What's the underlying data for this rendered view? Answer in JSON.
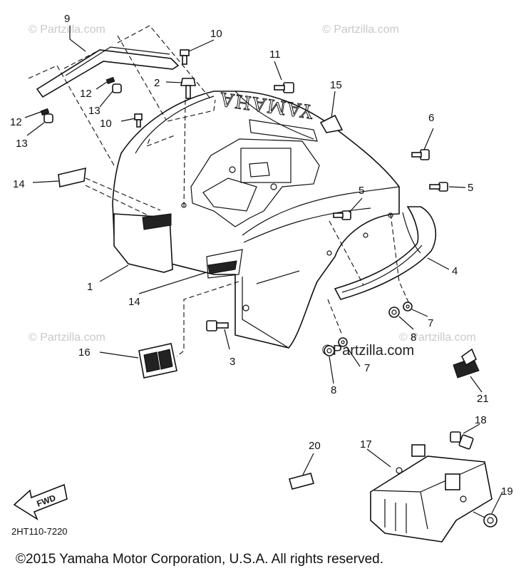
{
  "diagram": {
    "drawing_code": "2HT110-7220",
    "copyright": "©2015  Yamaha Motor Corporation, U.S.A. All rights reserved.",
    "brand_text": "YAMAHA",
    "fwd_arrow_label": "FWD",
    "watermarks": {
      "top_left": "© Partzilla.com",
      "top_right": "© Partzilla.com",
      "mid_left": "© Partzilla.com",
      "mid_right": "© Partzilla.com",
      "center": "©Partzilla.com"
    },
    "callouts": {
      "c1": "1",
      "c2": "2",
      "c3": "3",
      "c4": "4",
      "c5a": "5",
      "c5b": "5",
      "c6": "6",
      "c7a": "7",
      "c7b": "7",
      "c8a": "8",
      "c8b": "8",
      "c9": "9",
      "c10a": "10",
      "c10b": "10",
      "c11": "11",
      "c12a": "12",
      "c12b": "12",
      "c13a": "13",
      "c13b": "13",
      "c14a": "14",
      "c14b": "14",
      "c15": "15",
      "c16": "16",
      "c17": "17",
      "c18": "18",
      "c19": "19",
      "c20": "20",
      "c21": "21"
    }
  }
}
